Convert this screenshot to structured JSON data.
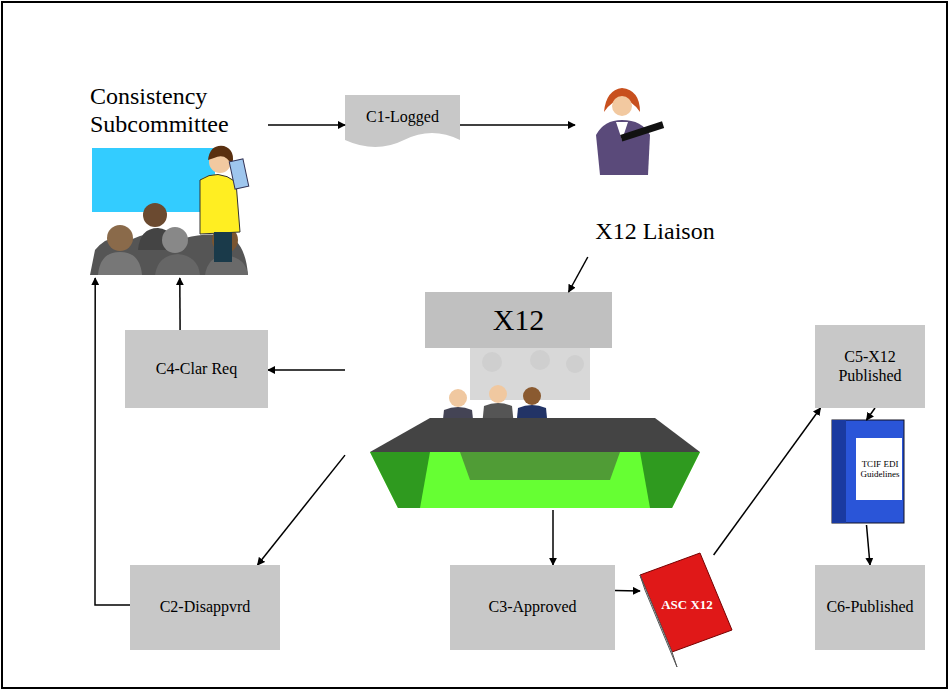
{
  "diagram": {
    "nodes": [
      {
        "text": [
          "Consistency Subcommittee"
        ]
      },
      {
        "text": [
          "C1-Logged"
        ]
      },
      {
        "text": [
          "X12 Liaison"
        ]
      },
      {
        "text": [
          "X12"
        ]
      },
      {
        "text": [
          "C4-Clar Req"
        ]
      },
      {
        "text": [
          "C5-X12 Published"
        ]
      },
      {
        "text": [
          "TCIF EDI Guidelines"
        ]
      },
      {
        "text": [
          "C2-Disappvrd"
        ]
      },
      {
        "text": [
          "C3-Approved"
        ]
      },
      {
        "text": [
          "ASC X12"
        ]
      },
      {
        "text": [
          "C6-Published"
        ]
      }
    ],
    "edges": [
      {
        "from": 0,
        "to": 1,
        "arrow": "to"
      },
      {
        "from": 1,
        "to": 2,
        "arrow": "to"
      },
      {
        "from": 2,
        "to": 3,
        "arrow": "to"
      },
      {
        "from": 3,
        "to": 4,
        "arrow": "to"
      },
      {
        "from": 4,
        "to": 0,
        "arrow": "to"
      },
      {
        "from": 3,
        "to": 7,
        "arrow": "to"
      },
      {
        "from": 7,
        "to": 0,
        "arrow": "to"
      },
      {
        "from": 3,
        "to": 8,
        "arrow": "to"
      },
      {
        "from": 8,
        "to": 9,
        "arrow": "to"
      },
      {
        "from": 9,
        "to": 5,
        "arrow": "to"
      },
      {
        "from": 5,
        "to": 6,
        "arrow": "to"
      },
      {
        "from": 6,
        "to": 10,
        "arrow": "to"
      }
    ]
  }
}
